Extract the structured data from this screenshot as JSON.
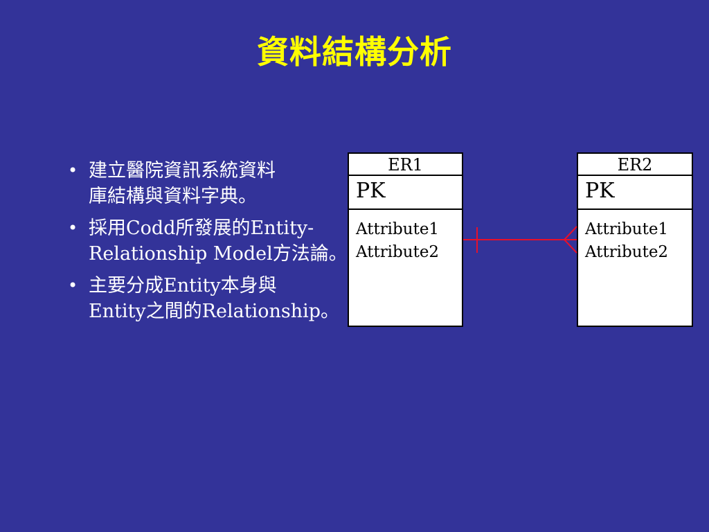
{
  "slide": {
    "title": "資料結構分析",
    "background": "#333399",
    "title_color": "#ffff00"
  },
  "bullets": [
    {
      "lines": [
        "建立醫院資訊系統資料",
        "庫結構與資料字典。"
      ]
    },
    {
      "lines": [
        "採用Codd所發展的Entity-",
        "Relationship Model方法論。"
      ]
    },
    {
      "lines": [
        "主要分成Entity本身與",
        "Entity之間的Relationship。"
      ]
    }
  ],
  "diagram": {
    "entities": [
      {
        "name": "ER1",
        "pk": "PK",
        "attributes": [
          "Attribute1",
          "Attribute2"
        ]
      },
      {
        "name": "ER2",
        "pk": "PK",
        "attributes": [
          "Attribute1",
          "Attribute2"
        ]
      }
    ],
    "relationship": {
      "from": "ER1",
      "to": "ER2",
      "from_end": "one",
      "to_end": "many",
      "color": "#e8102a"
    }
  }
}
